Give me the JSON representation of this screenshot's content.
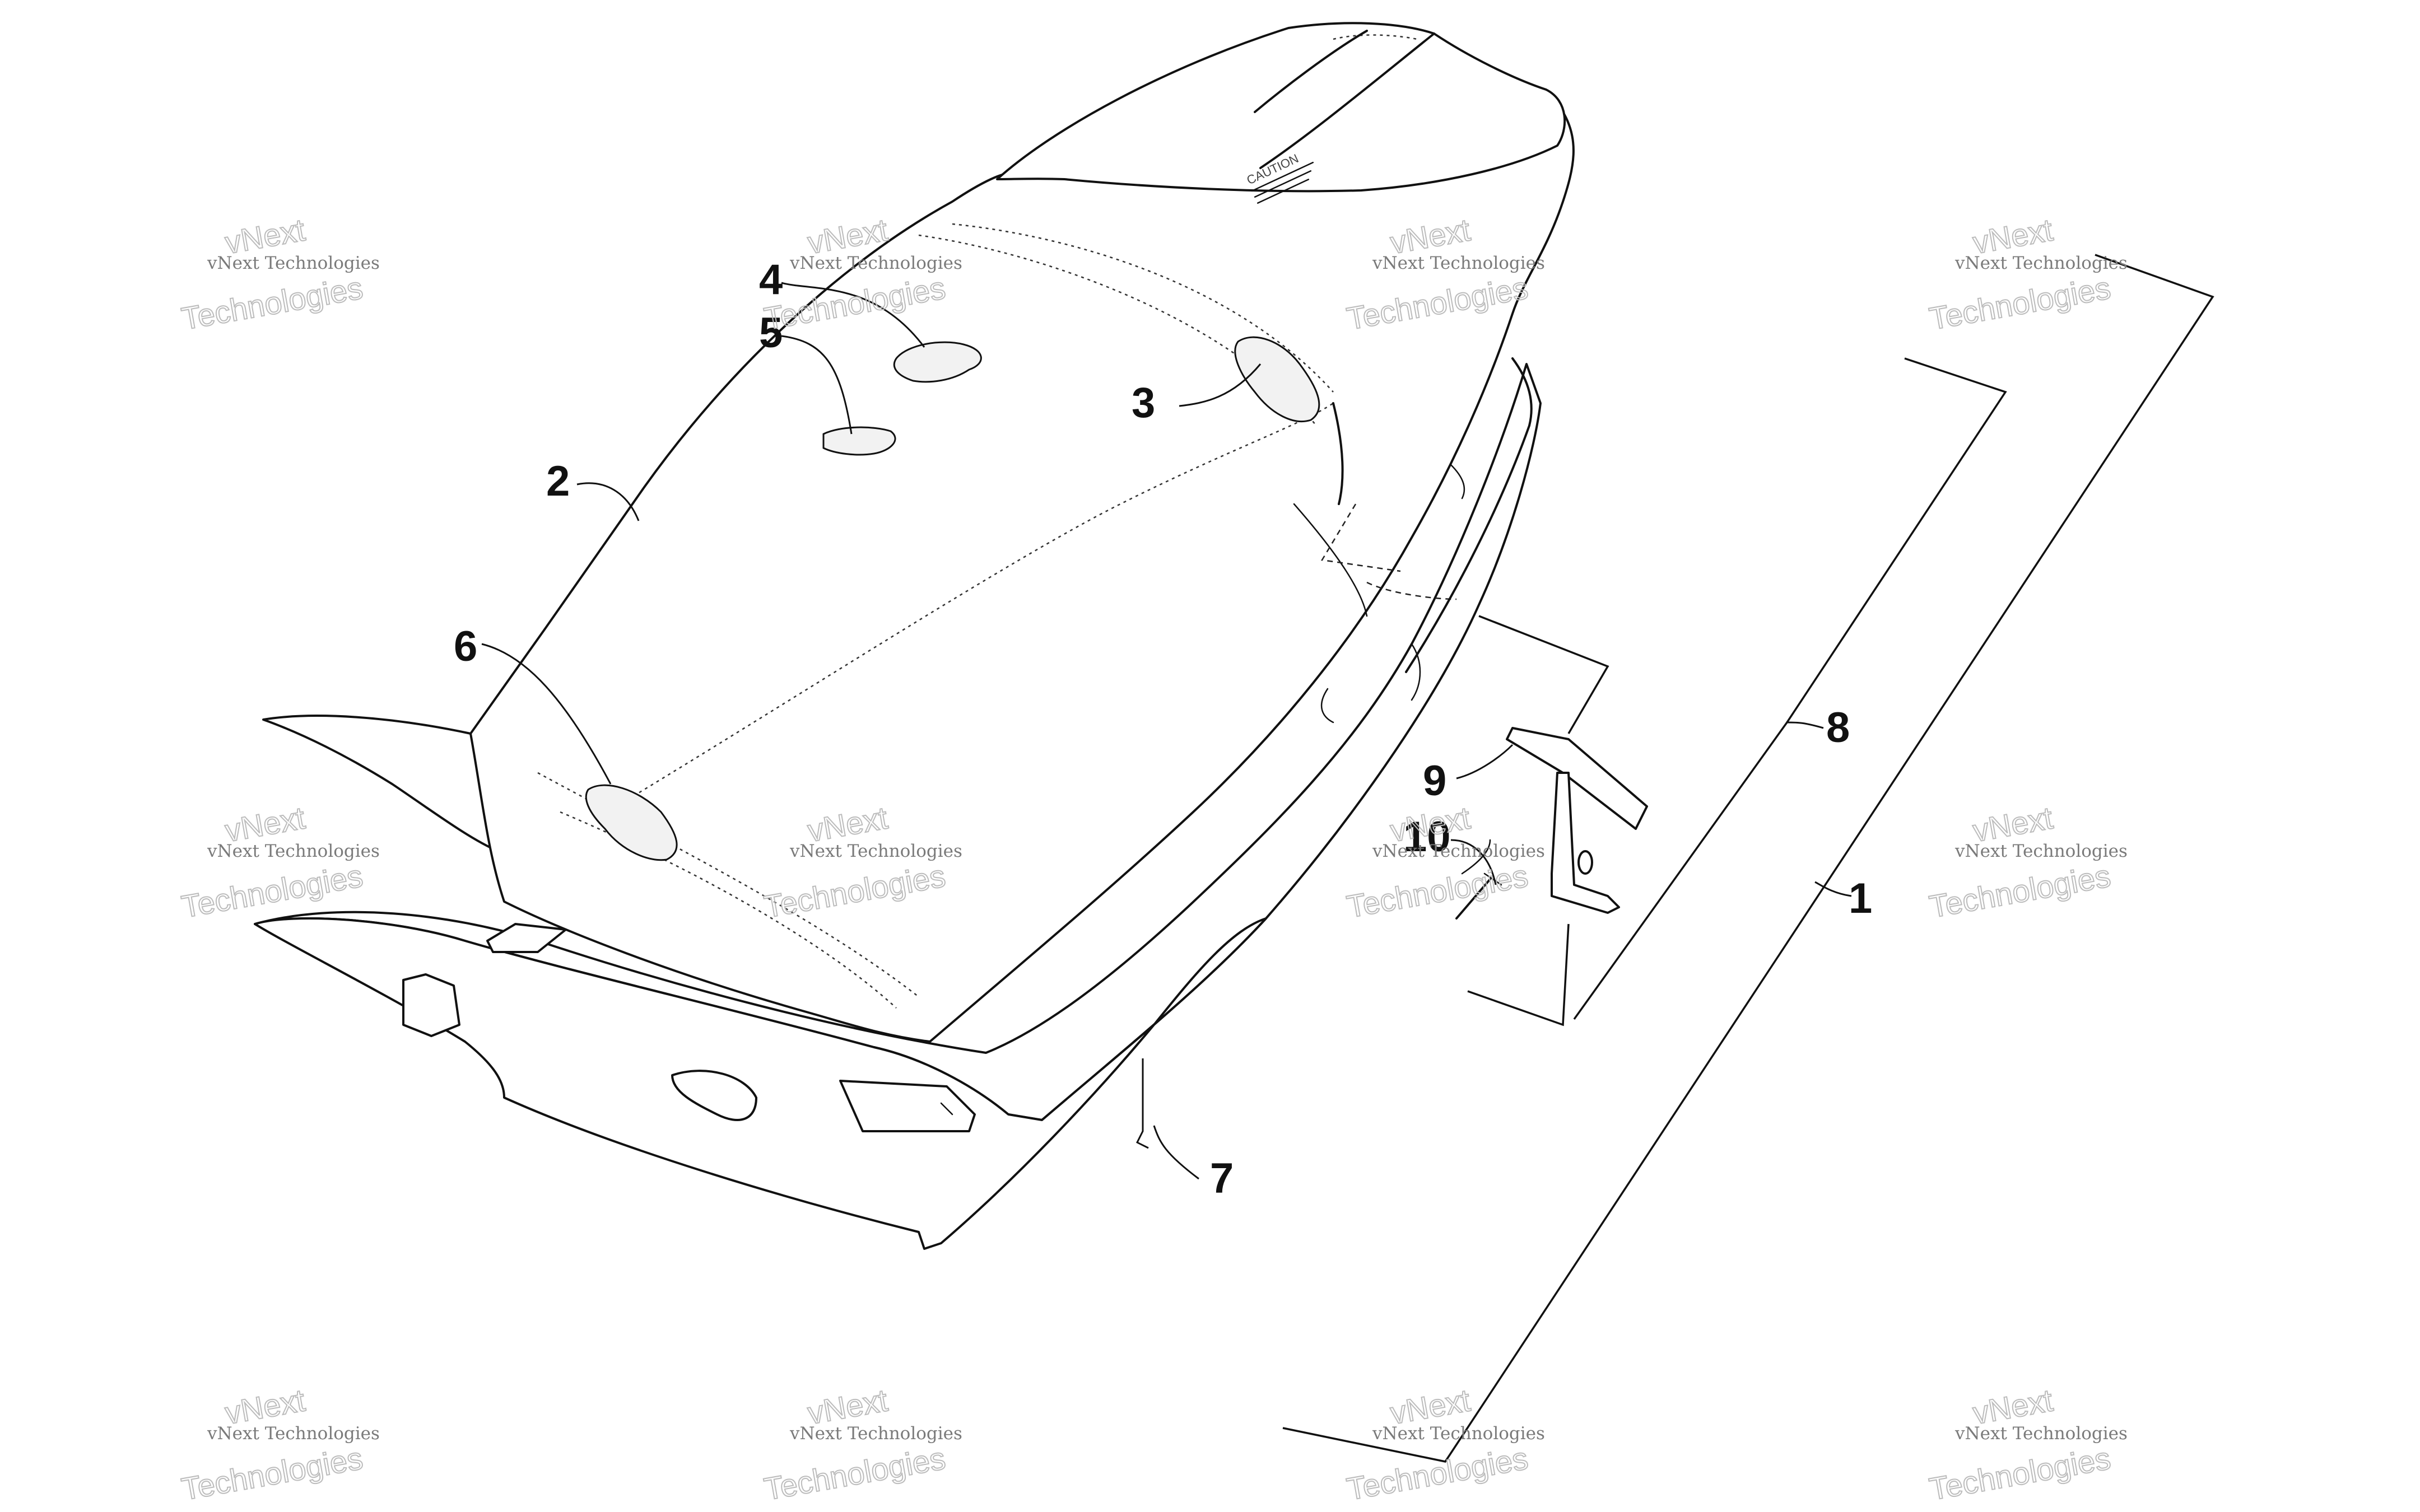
{
  "callouts": [
    {
      "id": "1",
      "label": "1"
    },
    {
      "id": "2",
      "label": "2"
    },
    {
      "id": "3",
      "label": "3"
    },
    {
      "id": "4",
      "label": "4"
    },
    {
      "id": "5",
      "label": "5"
    },
    {
      "id": "6",
      "label": "6"
    },
    {
      "id": "7",
      "label": "7"
    },
    {
      "id": "8",
      "label": "8"
    },
    {
      "id": "9",
      "label": "9"
    },
    {
      "id": "10",
      "label": "10"
    }
  ],
  "watermark": {
    "small_text": "vNext Technologies",
    "big_line1": "vNext",
    "big_line2": "Technologies"
  },
  "seat_caution_label": "CAUTION"
}
